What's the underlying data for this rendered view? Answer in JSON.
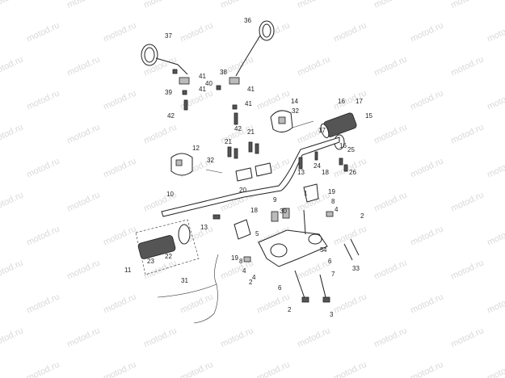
{
  "watermark": "motod.ru",
  "callouts": [
    "1",
    "2",
    "3",
    "4",
    "5",
    "6",
    "7",
    "8",
    "9",
    "10",
    "11",
    "12",
    "13",
    "14",
    "15",
    "16",
    "17",
    "18",
    "19",
    "20",
    "21",
    "22",
    "23",
    "24",
    "25",
    "26",
    "30",
    "31",
    "32",
    "33",
    "36",
    "37",
    "38",
    "39",
    "40",
    "41",
    "42"
  ],
  "colors": {
    "line": "#222222",
    "watermark": "#d9d9d9",
    "part_fill": "#ffffff",
    "part_dark": "#555555"
  }
}
